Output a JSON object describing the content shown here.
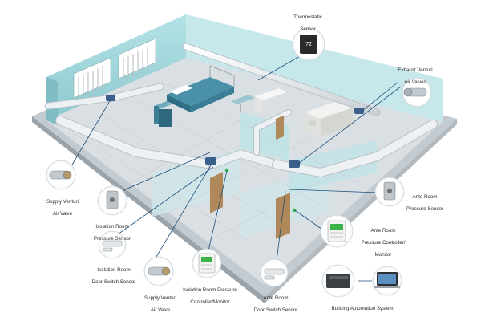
{
  "callouts": {
    "thermostat": {
      "line1": "Thermostatic",
      "line2": "Sensor",
      "display": "72"
    },
    "exhaust_valves": {
      "line1": "Exhaust Venturi",
      "line2": "Air Valves"
    },
    "supply_valve_left": {
      "line1": "Supply Venturi",
      "line2": "Air Valve"
    },
    "isolation_pressure": {
      "line1": "Isolation Room",
      "line2": "Pressure Sensor"
    },
    "isolation_door": {
      "line1": "Isolation Room",
      "line2": "Door Switch Sensor"
    },
    "supply_valve_bottom": {
      "line1": "Supply Venturi",
      "line2": "Air Valve"
    },
    "isolation_monitor": {
      "line1": "Isolation Room Pressure",
      "line2": "Controller/Monitor"
    },
    "ante_door": {
      "line1": "Ante Room",
      "line2": "Door Switch Sensor"
    },
    "ante_pressure": {
      "line1": "Ante Room",
      "line2": "Pressure Sensor"
    },
    "ante_monitor": {
      "line1": "Ante Room",
      "line2": "Pressure Controller/",
      "line3": "Monitor"
    },
    "bas": {
      "line1": "Building Automation System"
    }
  },
  "colors": {
    "wall_back": "#a8dadf",
    "wall_side": "#8fcdd3",
    "floor": "#d7dde1",
    "duct": "#eef1f3",
    "callout_line": "#1d4f7c",
    "door": "#b0885a",
    "status_green": "#3db24a"
  }
}
